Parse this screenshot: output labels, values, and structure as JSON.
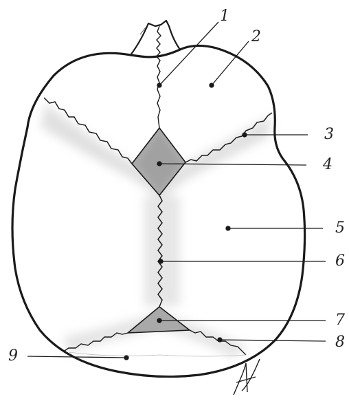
{
  "labels": [
    {
      "id": "1",
      "text": "1"
    },
    {
      "id": "2",
      "text": "2"
    },
    {
      "id": "3",
      "text": "3"
    },
    {
      "id": "4",
      "text": "4"
    },
    {
      "id": "5",
      "text": "5"
    },
    {
      "id": "6",
      "text": "6"
    },
    {
      "id": "7",
      "text": "7"
    },
    {
      "id": "8",
      "text": "8"
    },
    {
      "id": "9",
      "text": "9"
    }
  ],
  "colors": {
    "ink": "#1a1a1a",
    "suture_shadow": "#cfcfcf",
    "fontanelle_fill": "#a9a9a9",
    "paper": "#ffffff"
  },
  "signature": "artist-initial-mark"
}
